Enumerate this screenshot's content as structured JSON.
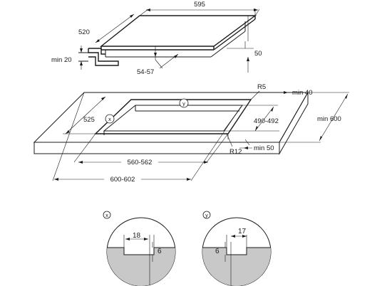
{
  "dimensions": {
    "width_595": "595",
    "depth_520": "520",
    "min_20": "min 20",
    "height_50": "50",
    "range_54_57": "54-57",
    "radius_r5": "R5",
    "min_40": "min 40",
    "depth_525": "525",
    "range_490_492": "490-492",
    "min_600": "min 600",
    "radius_r12": "R12",
    "min_50": "min 50",
    "range_560_562": "560-562",
    "range_600_602": "600-602",
    "detail_x_18": "18",
    "detail_x_6": "6",
    "detail_y_17": "17",
    "detail_y_6": "6"
  },
  "markers": {
    "x": "x",
    "y": "y"
  },
  "colors": {
    "line": "#1a1a1a",
    "fill_gray": "#c8c8c8"
  }
}
